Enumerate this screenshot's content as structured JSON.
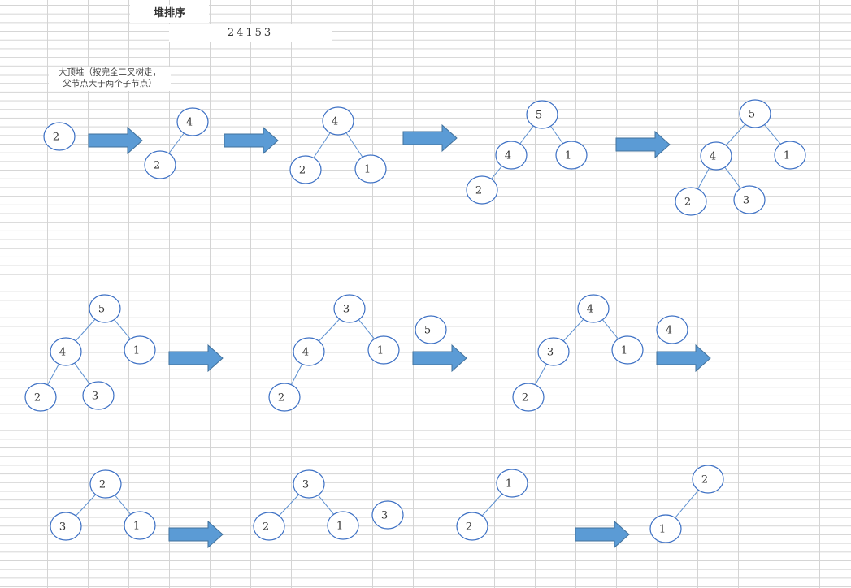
{
  "title": "堆排序",
  "sequence": "24153",
  "note": "大顶堆（按完全二叉树走，\n父节点大于两个子节点）",
  "trees": [
    {
      "name": "step-1-tree",
      "nodes": [
        {
          "id": "a",
          "value": "2"
        }
      ],
      "edges": []
    },
    {
      "name": "step-2-tree",
      "nodes": [
        {
          "id": "a",
          "value": "4"
        },
        {
          "id": "b",
          "value": "2"
        }
      ],
      "edges": [
        [
          "a",
          "b"
        ]
      ]
    },
    {
      "name": "step-3-tree",
      "nodes": [
        {
          "id": "a",
          "value": "4"
        },
        {
          "id": "b",
          "value": "2"
        },
        {
          "id": "c",
          "value": "1"
        }
      ],
      "edges": [
        [
          "a",
          "b"
        ],
        [
          "a",
          "c"
        ]
      ]
    },
    {
      "name": "step-4-tree",
      "nodes": [
        {
          "id": "a",
          "value": "5"
        },
        {
          "id": "b",
          "value": "4"
        },
        {
          "id": "c",
          "value": "1"
        },
        {
          "id": "d",
          "value": "2"
        }
      ],
      "edges": [
        [
          "a",
          "b"
        ],
        [
          "a",
          "c"
        ],
        [
          "b",
          "d"
        ]
      ]
    },
    {
      "name": "step-5-tree",
      "nodes": [
        {
          "id": "a",
          "value": "5"
        },
        {
          "id": "b",
          "value": "4"
        },
        {
          "id": "c",
          "value": "1"
        },
        {
          "id": "d",
          "value": "2"
        },
        {
          "id": "e",
          "value": "3"
        }
      ],
      "edges": [
        [
          "a",
          "b"
        ],
        [
          "a",
          "c"
        ],
        [
          "b",
          "d"
        ],
        [
          "b",
          "e"
        ]
      ]
    },
    {
      "name": "step-6-tree",
      "nodes": [
        {
          "id": "a",
          "value": "5"
        },
        {
          "id": "b",
          "value": "4"
        },
        {
          "id": "c",
          "value": "1"
        },
        {
          "id": "d",
          "value": "2"
        },
        {
          "id": "e",
          "value": "3"
        }
      ],
      "edges": [
        [
          "a",
          "b"
        ],
        [
          "a",
          "c"
        ],
        [
          "b",
          "d"
        ],
        [
          "b",
          "e"
        ]
      ]
    },
    {
      "name": "step-7-tree",
      "nodes": [
        {
          "id": "a",
          "value": "3"
        },
        {
          "id": "b",
          "value": "4"
        },
        {
          "id": "c",
          "value": "1"
        },
        {
          "id": "d",
          "value": "2"
        }
      ],
      "edges": [
        [
          "a",
          "b"
        ],
        [
          "a",
          "c"
        ],
        [
          "b",
          "d"
        ]
      ]
    },
    {
      "name": "step-7-removed",
      "nodes": [
        {
          "id": "a",
          "value": "5"
        }
      ],
      "edges": []
    },
    {
      "name": "step-8-tree",
      "nodes": [
        {
          "id": "a",
          "value": "4"
        },
        {
          "id": "b",
          "value": "3"
        },
        {
          "id": "c",
          "value": "1"
        },
        {
          "id": "d",
          "value": "2"
        }
      ],
      "edges": [
        [
          "a",
          "b"
        ],
        [
          "a",
          "c"
        ],
        [
          "b",
          "d"
        ]
      ]
    },
    {
      "name": "step-8-removed",
      "nodes": [
        {
          "id": "a",
          "value": "4"
        }
      ],
      "edges": []
    },
    {
      "name": "step-9-tree",
      "nodes": [
        {
          "id": "a",
          "value": "2"
        },
        {
          "id": "b",
          "value": "3"
        },
        {
          "id": "c",
          "value": "1"
        }
      ],
      "edges": [
        [
          "a",
          "b"
        ],
        [
          "a",
          "c"
        ]
      ]
    },
    {
      "name": "step-10-tree",
      "nodes": [
        {
          "id": "a",
          "value": "3"
        },
        {
          "id": "b",
          "value": "2"
        },
        {
          "id": "c",
          "value": "1"
        }
      ],
      "edges": [
        [
          "a",
          "b"
        ],
        [
          "a",
          "c"
        ]
      ]
    },
    {
      "name": "step-10-removed",
      "nodes": [
        {
          "id": "a",
          "value": "3"
        }
      ],
      "edges": []
    },
    {
      "name": "step-11-tree",
      "nodes": [
        {
          "id": "a",
          "value": "1"
        },
        {
          "id": "b",
          "value": "2"
        }
      ],
      "edges": [
        [
          "a",
          "b"
        ]
      ]
    },
    {
      "name": "step-12-tree",
      "nodes": [
        {
          "id": "a",
          "value": "2"
        },
        {
          "id": "b",
          "value": "1"
        }
      ],
      "edges": [
        [
          "a",
          "b"
        ]
      ]
    }
  ],
  "arrows": [
    "arrow-1",
    "arrow-2",
    "arrow-3",
    "arrow-4",
    "arrow-5",
    "arrow-6",
    "arrow-7",
    "arrow-8",
    "arrow-9"
  ],
  "colors": {
    "node_stroke": "#3b6fc4",
    "edge": "#5b8fd0",
    "arrow_fill": "#5b9bd5"
  }
}
